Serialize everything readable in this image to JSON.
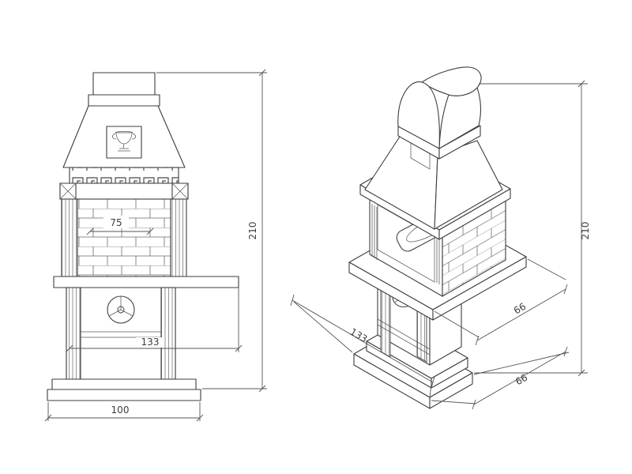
{
  "drawing": {
    "background": "#ffffff",
    "line_color": "#3d3d3d",
    "dim_color": "#555555"
  },
  "front_view": {
    "name": "front elevation",
    "dims": {
      "opening_width": "75",
      "hearth_width": "133",
      "base_width": "100",
      "total_height": "210"
    }
  },
  "iso_view": {
    "name": "isometric view",
    "dims": {
      "total_height": "210",
      "shelf_depth": "66",
      "base_width": "133",
      "base_depth": "66"
    }
  }
}
